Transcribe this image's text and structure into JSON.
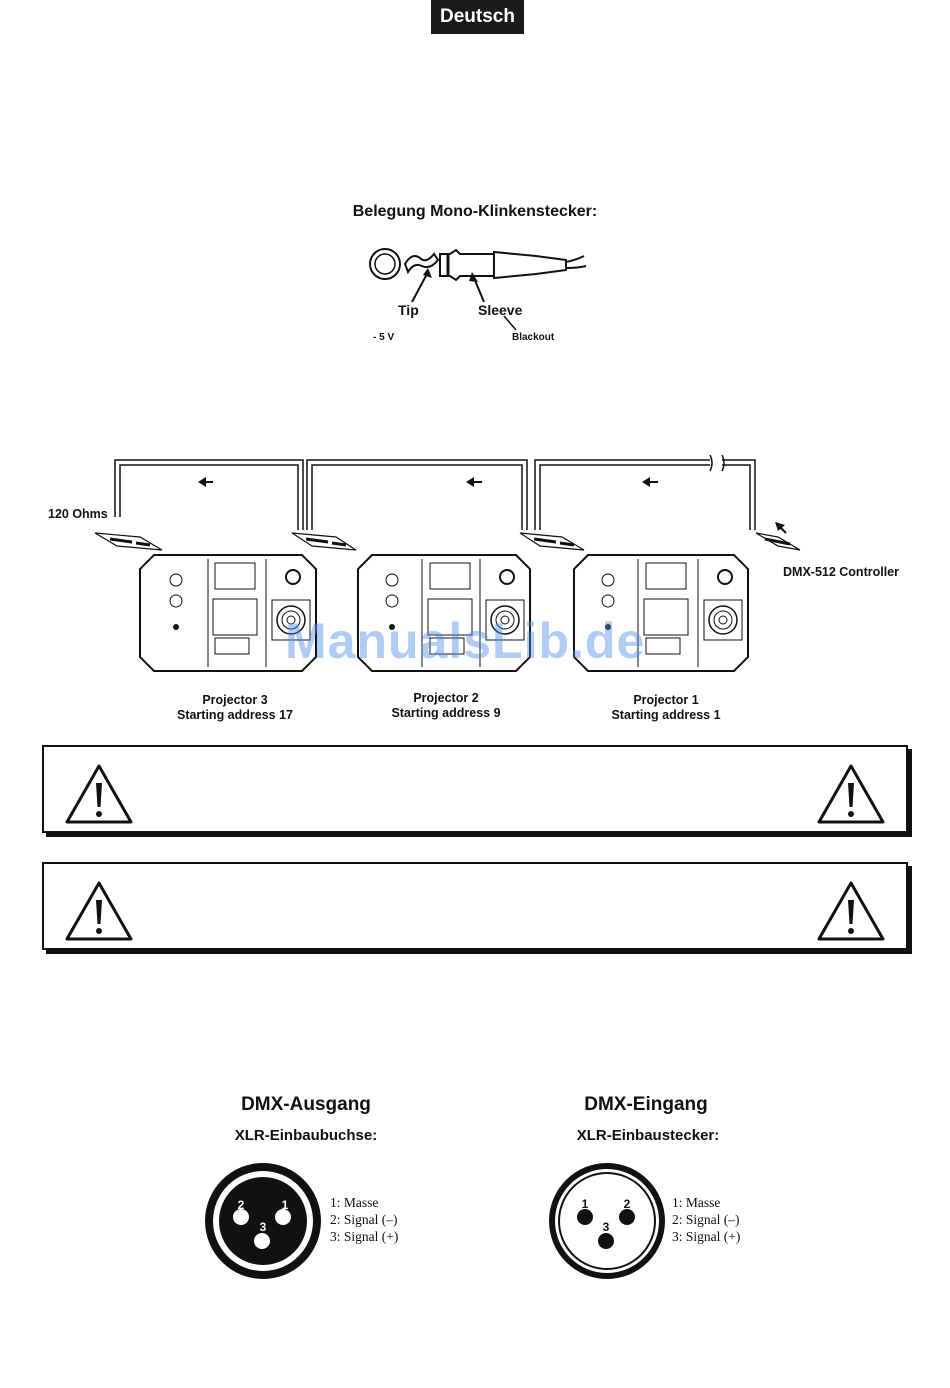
{
  "header": {
    "language_badge": "Deutsch"
  },
  "jack_section": {
    "title": "Belegung Mono-Klinkenstecker:",
    "tip_label": "Tip",
    "sleeve_label": "Sleeve",
    "tip_value": "- 5 V",
    "sleeve_value": "Blackout"
  },
  "dmx_chain": {
    "terminator_label": "120 Ohms",
    "controller_label": "DMX-512 Controller",
    "projectors": [
      {
        "name": "Projector 3",
        "address": "Starting address 17"
      },
      {
        "name": "Projector 2",
        "address": "Starting address 9"
      },
      {
        "name": "Projector 1",
        "address": "Starting address 1"
      }
    ]
  },
  "watermark": "ManualsLib.de",
  "xlr": {
    "output": {
      "title": "DMX-Ausgang",
      "subtitle": "XLR-Einbaubuchse:",
      "pins": [
        "2",
        "1",
        "3"
      ],
      "legend": [
        "1: Masse",
        "2: Signal (–)",
        "3: Signal (+)"
      ]
    },
    "input": {
      "title": "DMX-Eingang",
      "subtitle": "XLR-Einbaustecker:",
      "pins": [
        "1",
        "2",
        "3"
      ],
      "legend": [
        "1: Masse",
        "2: Signal (–)",
        "3: Signal (+)"
      ]
    }
  },
  "colors": {
    "ink": "#111111",
    "badge": "#1a1a1a",
    "watermark": "#508ce6"
  },
  "icons": [
    "warning-triangle-icon",
    "arrow-left-icon",
    "xlr-socket-icon",
    "xlr-plug-icon"
  ]
}
